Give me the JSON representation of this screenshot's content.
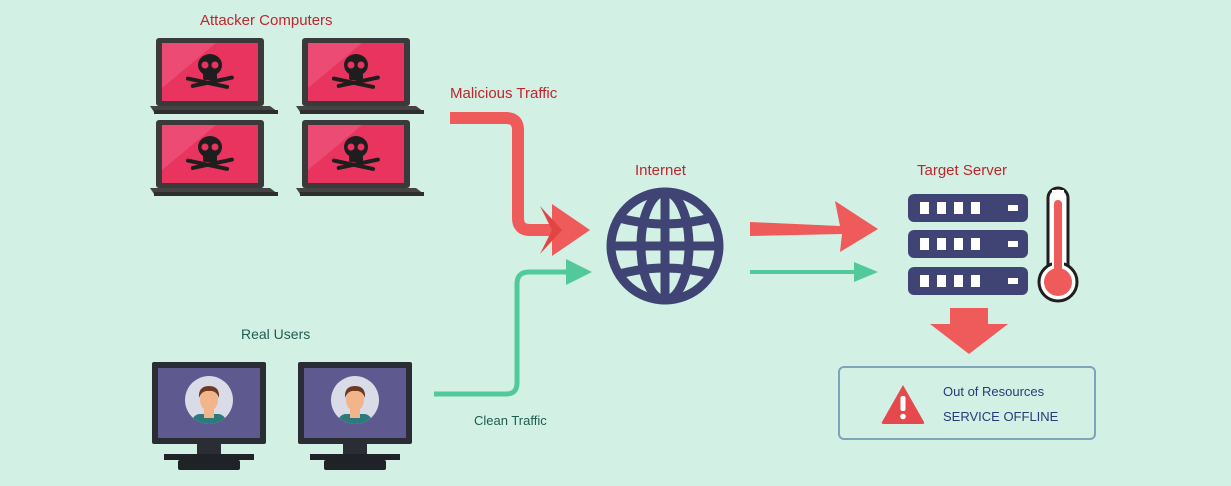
{
  "labels": {
    "attackers": "Attacker Computers",
    "malicious_traffic": "Malicious Traffic",
    "internet": "Internet",
    "target_server": "Target Server",
    "real_users": "Real Users",
    "clean_traffic": "Clean Traffic"
  },
  "status": {
    "line1": "Out of Resources",
    "line2": "SERVICE OFFLINE"
  },
  "colors": {
    "background": "#d2f0e4",
    "malicious": "#ef5a5a",
    "clean": "#52c99a",
    "navy": "#3f4475",
    "laptop_screen": "#e8345f"
  }
}
